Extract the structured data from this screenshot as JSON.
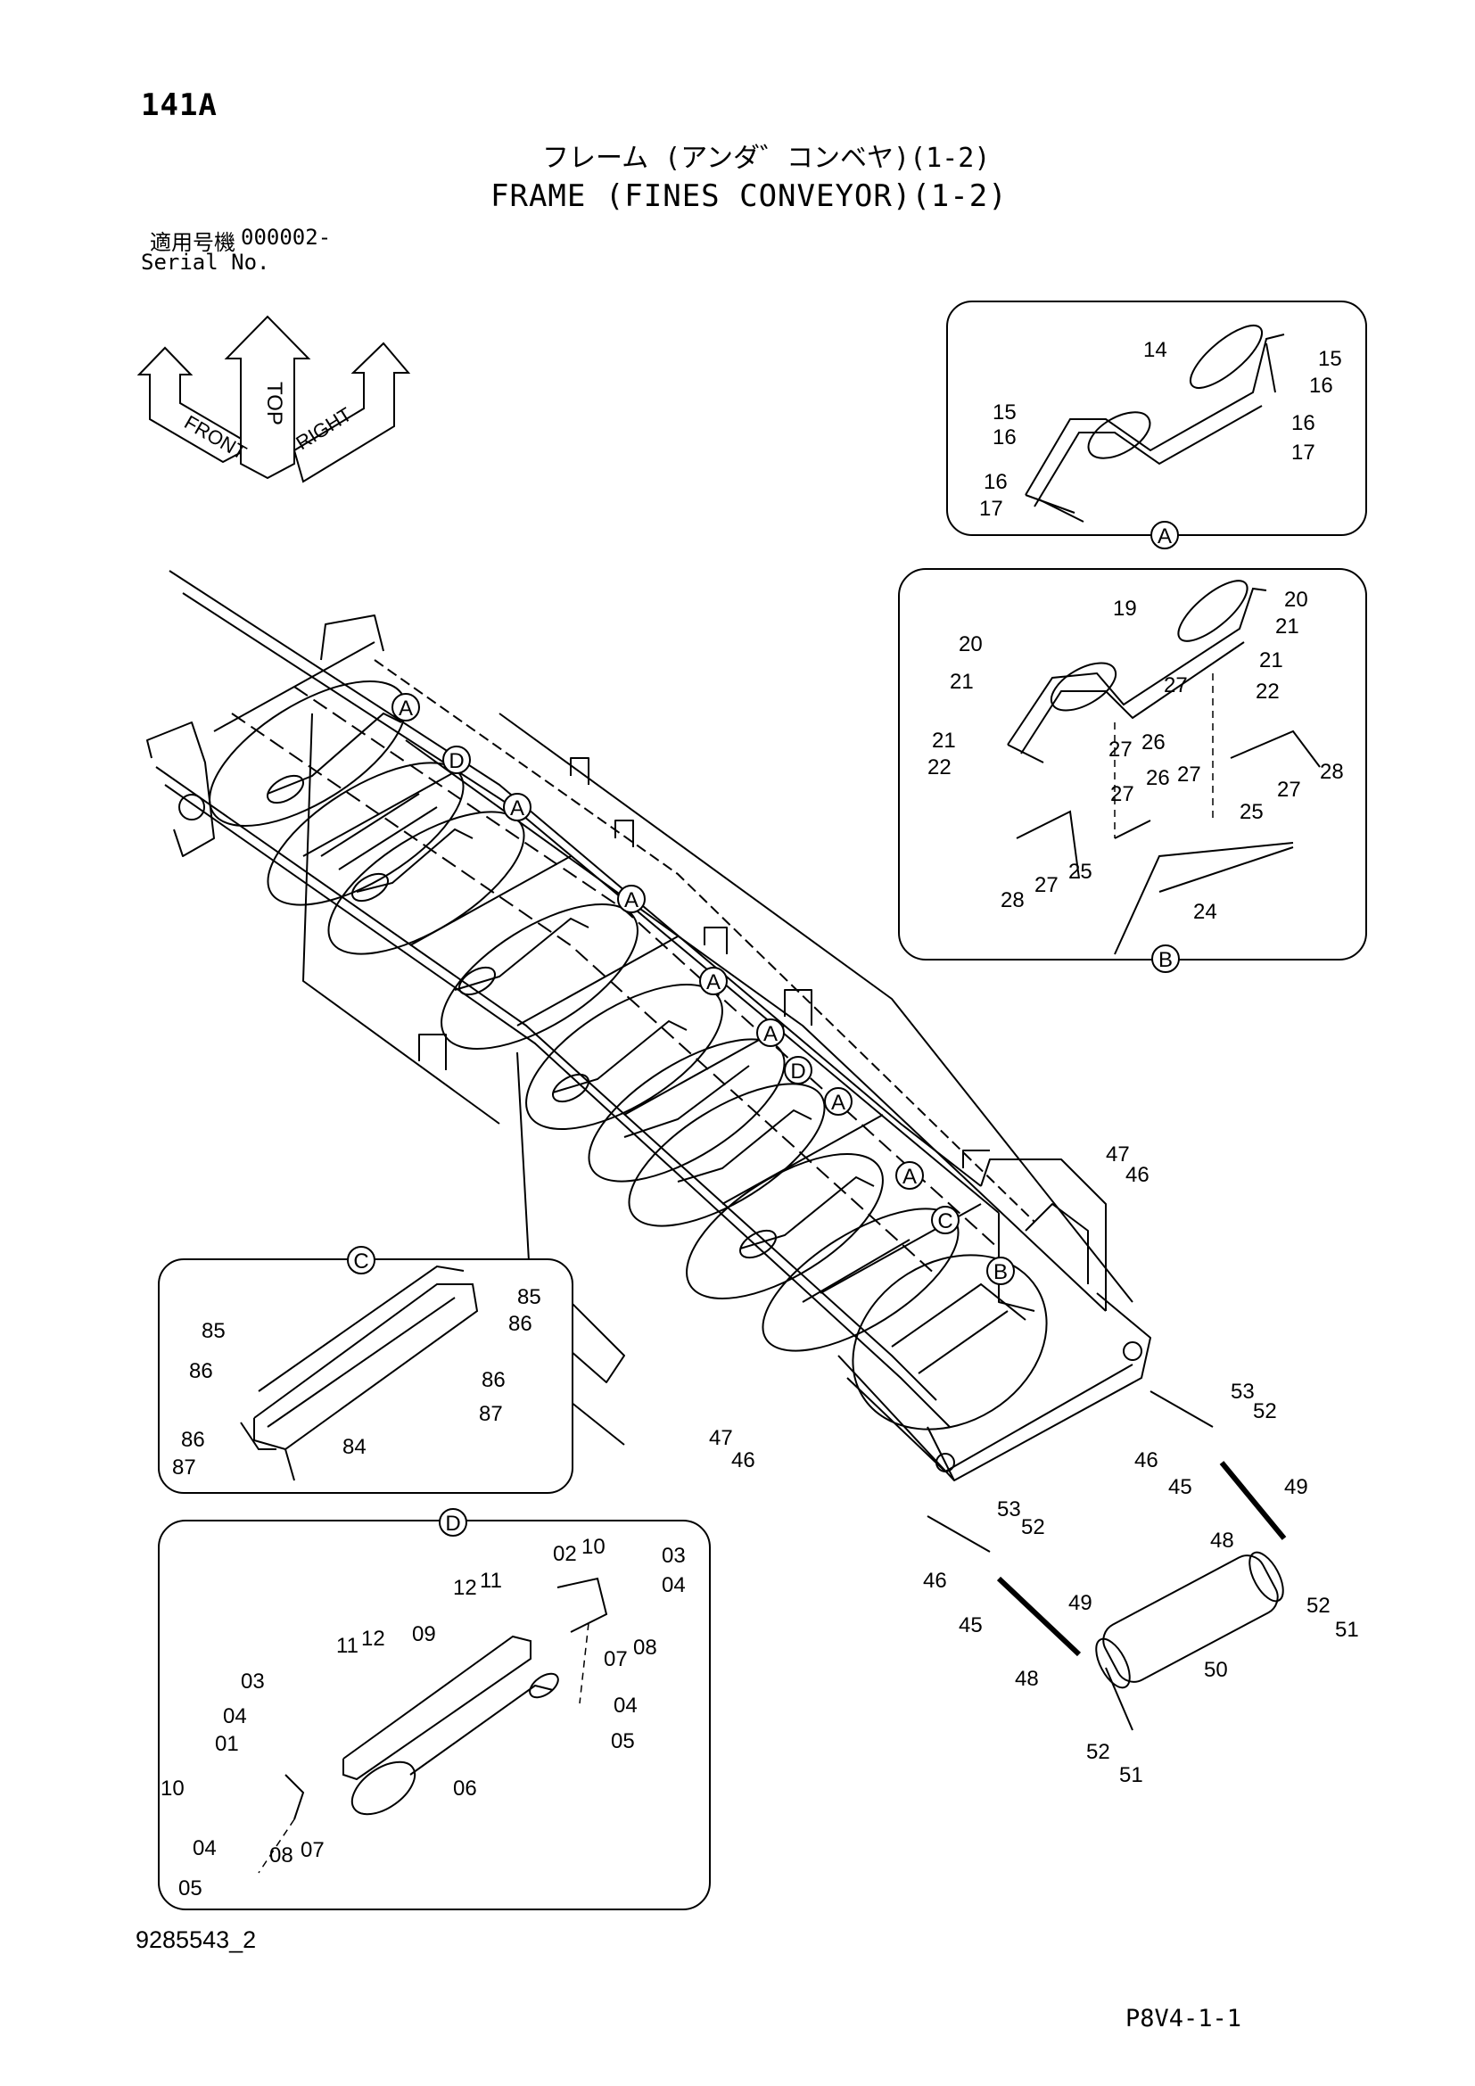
{
  "header": {
    "page_code": "141A",
    "title_jp": "フレーム (アンダ゛コンベヤ)(1-2)",
    "title_en": "FRAME (FINES CONVEYOR)(1-2)",
    "serial_label_jp": "適用号機",
    "serial_number": "000002-",
    "serial_label_en": "Serial No."
  },
  "orientation": {
    "top": "TOP",
    "front": "FRONT",
    "right": "RIGHT"
  },
  "detail_markers": {
    "a": "A",
    "b": "B",
    "c": "C",
    "d": "D"
  },
  "detail_a": {
    "labels": [
      "14",
      "15",
      "16",
      "16",
      "17",
      "15",
      "16",
      "16",
      "17"
    ]
  },
  "detail_b": {
    "labels": [
      "19",
      "20",
      "21",
      "21",
      "22",
      "20",
      "21",
      "21",
      "22",
      "27",
      "26",
      "27",
      "27",
      "26",
      "27",
      "25",
      "27",
      "28",
      "28",
      "27",
      "25",
      "24"
    ]
  },
  "detail_c": {
    "labels": [
      "85",
      "86",
      "85",
      "86",
      "86",
      "87",
      "86",
      "87",
      "84"
    ]
  },
  "detail_d": {
    "labels": [
      "02",
      "10",
      "03",
      "04",
      "12",
      "11",
      "11",
      "12",
      "09",
      "07",
      "08",
      "03",
      "04",
      "01",
      "04",
      "05",
      "10",
      "06",
      "04",
      "08",
      "07",
      "05"
    ]
  },
  "main_labels": [
    "47",
    "46",
    "47",
    "46",
    "53",
    "52",
    "46",
    "45",
    "49",
    "48",
    "53",
    "52",
    "46",
    "45",
    "49",
    "48",
    "50",
    "52",
    "51",
    "52",
    "51"
  ],
  "footer": {
    "drawing_id": "9285543_2",
    "page_ref": "P8V4-1-1"
  }
}
